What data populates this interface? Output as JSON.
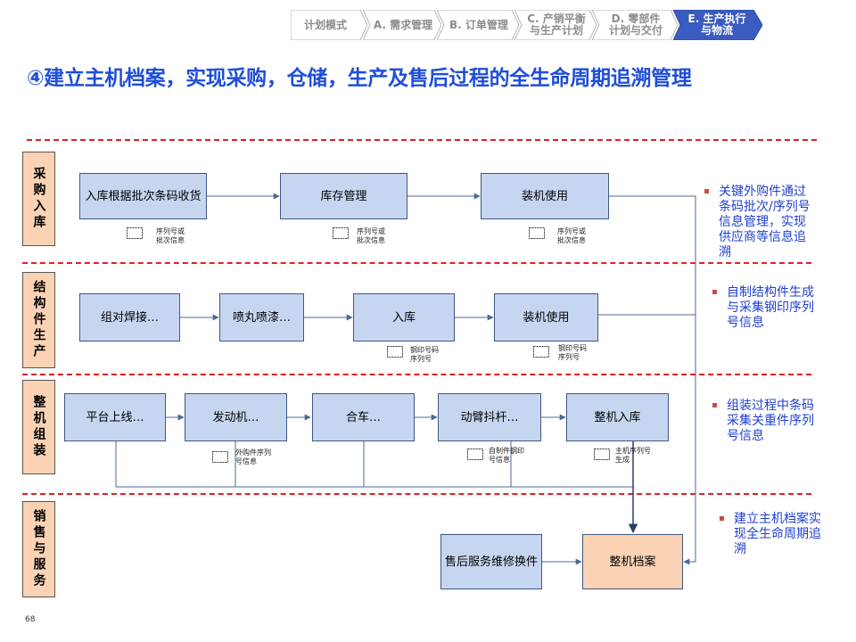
{
  "breadcrumb": [
    {
      "label": "计划模式"
    },
    {
      "label": "A. 需求管理"
    },
    {
      "label": "B. 订单管理"
    },
    {
      "label": "C. 产销平衡\n与生产计划"
    },
    {
      "label": "D. 零部件\n计划与交付"
    },
    {
      "label": "E. 生产执行\n与物流",
      "active": true
    }
  ],
  "title": "④建立主机档案，实现采购，仓储，生产及售后过程的全生命周期追溯管理",
  "lanes": [
    "采购入库",
    "结构件生产",
    "整机组装",
    "销售与服务"
  ],
  "steps": {
    "receive": "入库根据批次条码收货",
    "stock": "库存管理",
    "install1": "装机使用",
    "weld": "组对焊接…",
    "blast": "喷丸喷漆…",
    "instock": "入库",
    "install2": "装机使用",
    "platform": "平台上线…",
    "engine": "发动机…",
    "combine": "合车…",
    "arm": "动臂抖杆…",
    "finish": "整机入库",
    "service": "售后服务维修换件",
    "archive": "整机档案"
  },
  "notes": {
    "n1": "序列号或\n批次信息",
    "n2": "序列号或\n批次信息",
    "n3": "序列号或\n批次信息",
    "n4": "钢印号码\n序列号",
    "n5": "钢印号码\n序列号",
    "n6": "外购件序列\n号信息",
    "n7": "自制件钢印\n号信息",
    "n8": "主机序列号\n生成"
  },
  "bullets": [
    "关键外购件通过条码批次/序列号信息管理，实现供应商等信息追溯",
    "自制结构件生成与采集钢印序列号信息",
    "组装过程中条码采集关重件序列号信息",
    "建立主机档案实现全生命周期追溯"
  ],
  "page_number": "68",
  "colors": {
    "accent": "#1f4ed8",
    "box": "#c7d6f0",
    "lane": "#fbd3b4",
    "divider": "#e41e26",
    "bullet": "#1f3fcf"
  }
}
